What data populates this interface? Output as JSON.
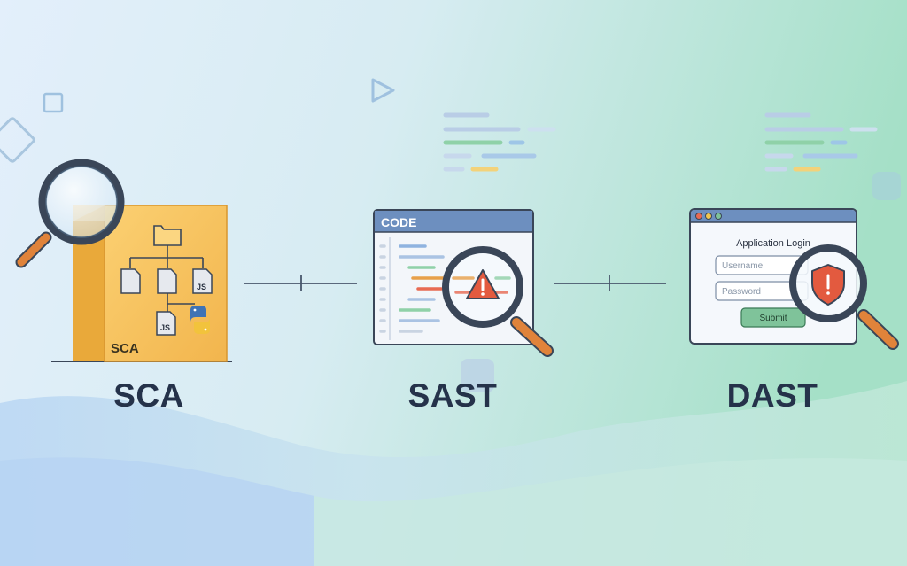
{
  "items": [
    {
      "key": "sca",
      "caption": "SCA",
      "folder_label": "SCA"
    },
    {
      "key": "sast",
      "caption": "SAST",
      "window_title": "CODE"
    },
    {
      "key": "dast",
      "caption": "DAST",
      "form_title": "Application Login",
      "username_placeholder": "Username",
      "password_placeholder": "Password",
      "submit_label": "Submit"
    }
  ],
  "file_badges": {
    "js_1": "JS",
    "js_2": "JS"
  },
  "icons": [
    "magnifier-icon",
    "folder-icon",
    "file-icon",
    "python-icon",
    "warning-icon",
    "shield-icon"
  ],
  "colors": {
    "folder": "#f7c35a",
    "folder_dark": "#e9a93a",
    "magnifier_handle": "#e0833a",
    "warning": "#e35a3f",
    "submit": "#7fc39a",
    "caption": "#25324a",
    "bg_left": "#dcebfa",
    "bg_right": "#a9e1c9"
  }
}
